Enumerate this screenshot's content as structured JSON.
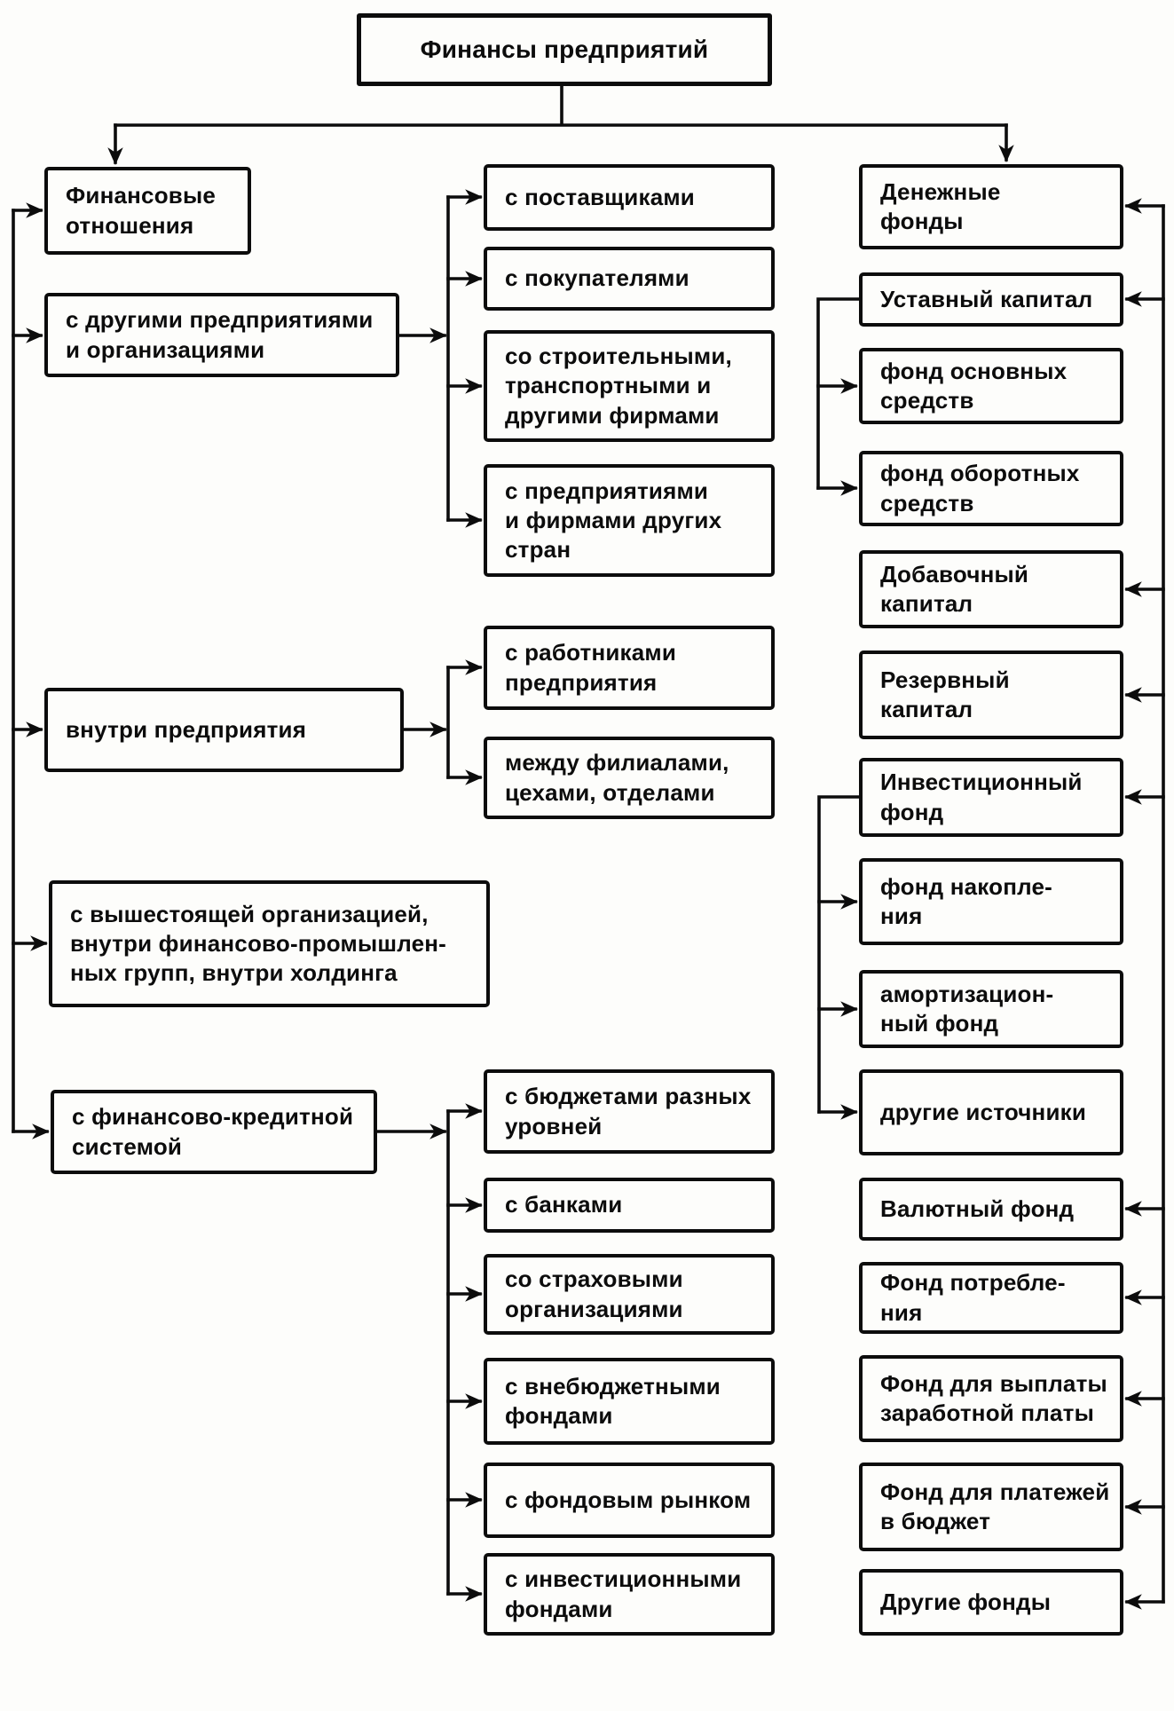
{
  "diagram": {
    "title": "Финансы предприятий",
    "colors": {
      "ink": "#0c0c0c",
      "paper": "#fdfdfb"
    },
    "financial_relations": {
      "header": "Финансовые\nотношения",
      "groups": [
        {
          "label": "с другими предприятиями\nи организациями",
          "children": [
            "с поставщиками",
            "с покупателями",
            "со строительными,\nтранспортными и\nдругими фирмами",
            "с предприятиями\nи фирмами других\nстран"
          ]
        },
        {
          "label": "внутри предприятия",
          "children": [
            "с работниками\nпредприятия",
            "между филиалами,\nцехами, отделами"
          ]
        },
        {
          "label": "с вышестоящей организацией,\nвнутри финансово-промышлен-\nных групп, внутри холдинга",
          "children": []
        },
        {
          "label": "с финансово-кредитной\nсистемой",
          "children": [
            "с бюджетами разных\nуровней",
            "с банками",
            "со страховыми\nорганизациями",
            "с внебюджетными\nфондами",
            "с фондовым рынком",
            "с инвестиционными\nфондами"
          ]
        }
      ]
    },
    "money_funds": {
      "header": "Денежные\nфонды",
      "items": [
        {
          "label": "Уставный капитал",
          "children": [
            "фонд основных\nсредств",
            "фонд оборотных\nсредств"
          ]
        },
        {
          "label": "Добавочный\nкапитал"
        },
        {
          "label": "Резервный\nкапитал"
        },
        {
          "label": "Инвестиционный\nфонд",
          "children": [
            "фонд накопле-\nния",
            "амортизацион-\nный фонд",
            "другие источники"
          ]
        },
        {
          "label": "Валютный фонд"
        },
        {
          "label": "Фонд потребле-\nния"
        },
        {
          "label": "Фонд для выплаты\nзаработной платы"
        },
        {
          "label": "Фонд для платежей\nв бюджет"
        },
        {
          "label": "Другие фонды"
        }
      ]
    }
  }
}
